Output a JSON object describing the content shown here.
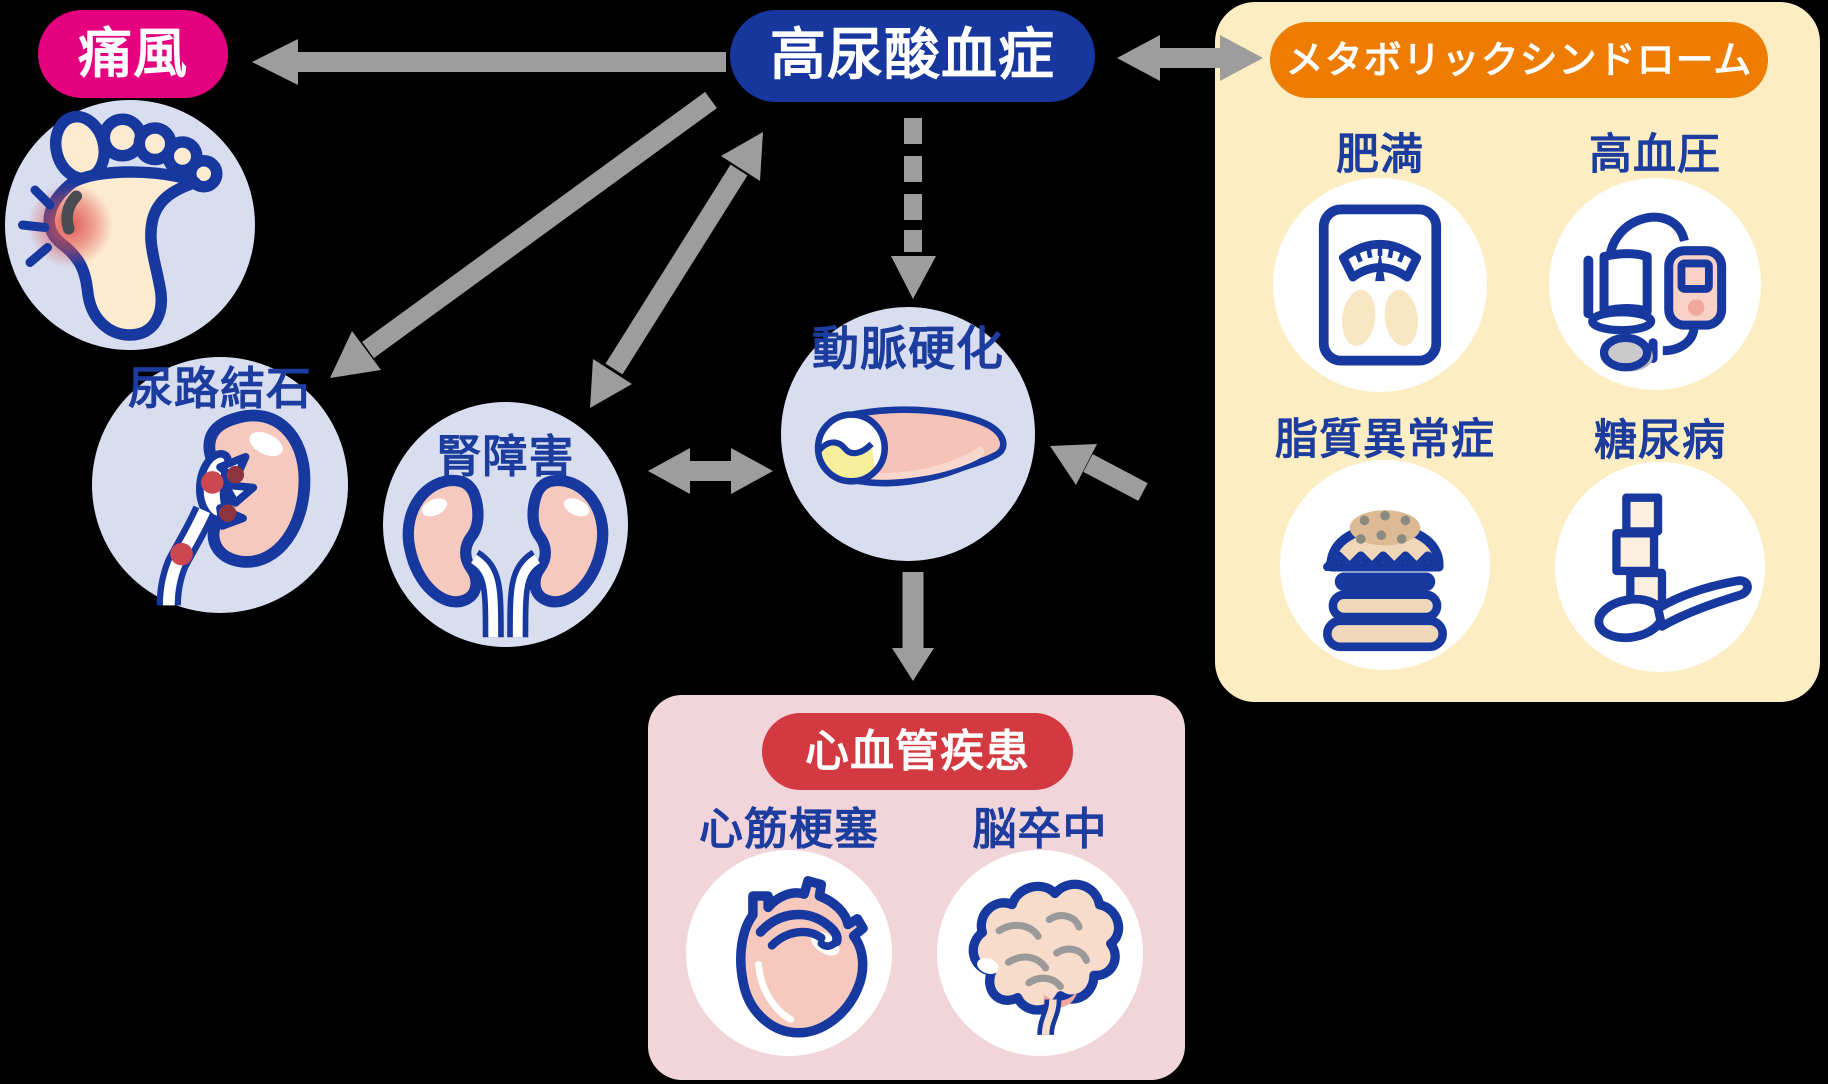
{
  "nodes": {
    "hyperuricemia": {
      "label": "高尿酸血症"
    },
    "gout": {
      "label": "痛風",
      "icon": "gout-foot-icon"
    },
    "urinary_stones": {
      "label": "尿路結石",
      "icon": "kidney-stone-icon"
    },
    "kidney_damage": {
      "label": "腎障害",
      "icon": "kidneys-icon"
    },
    "arteriosclerosis": {
      "label": "動脈硬化",
      "icon": "blood-vessel-icon"
    }
  },
  "metabolic_panel": {
    "title": "メタボリックシンドローム",
    "items": [
      {
        "label": "肥満",
        "icon": "weight-scale-icon"
      },
      {
        "label": "高血圧",
        "icon": "blood-pressure-monitor-icon"
      },
      {
        "label": "脂質異常症",
        "icon": "hamburger-icon"
      },
      {
        "label": "糖尿病",
        "icon": "sugar-cubes-spoon-icon"
      }
    ]
  },
  "cardio_panel": {
    "title": "心血管疾患",
    "items": [
      {
        "label": "心筋梗塞",
        "icon": "heart-icon"
      },
      {
        "label": "脳卒中",
        "icon": "brain-icon"
      }
    ]
  },
  "relations": [
    {
      "from": "高尿酸血症",
      "to": "痛風",
      "style": "solid",
      "direction": "one-way"
    },
    {
      "from": "高尿酸血症",
      "to": "尿路結石",
      "style": "solid",
      "direction": "one-way"
    },
    {
      "from": "高尿酸血症",
      "to": "腎障害",
      "style": "solid",
      "direction": "two-way"
    },
    {
      "from": "高尿酸血症",
      "to": "メタボリックシンドローム",
      "style": "solid",
      "direction": "two-way"
    },
    {
      "from": "高尿酸血症",
      "to": "動脈硬化",
      "style": "dashed",
      "direction": "one-way"
    },
    {
      "from": "腎障害",
      "to": "動脈硬化",
      "style": "solid",
      "direction": "two-way"
    },
    {
      "from": "メタボリックシンドローム",
      "to": "動脈硬化",
      "style": "solid",
      "direction": "one-way"
    },
    {
      "from": "動脈硬化",
      "to": "心血管疾患",
      "style": "solid",
      "direction": "one-way"
    }
  ],
  "colors": {
    "background": "#000000",
    "hyperuricemia_badge": "#17379E",
    "gout_badge": "#E4007F",
    "metabolic_badge": "#EE7C00",
    "metabolic_panel_bg": "#FCEDC3",
    "cardio_badge": "#D23940",
    "cardio_panel_bg": "#F1D5DA",
    "node_circle_bg": "#D8DEF0",
    "label_text": "#1C3C9E",
    "icon_outline": "#17389E",
    "arrow": "#9D9D9D"
  }
}
